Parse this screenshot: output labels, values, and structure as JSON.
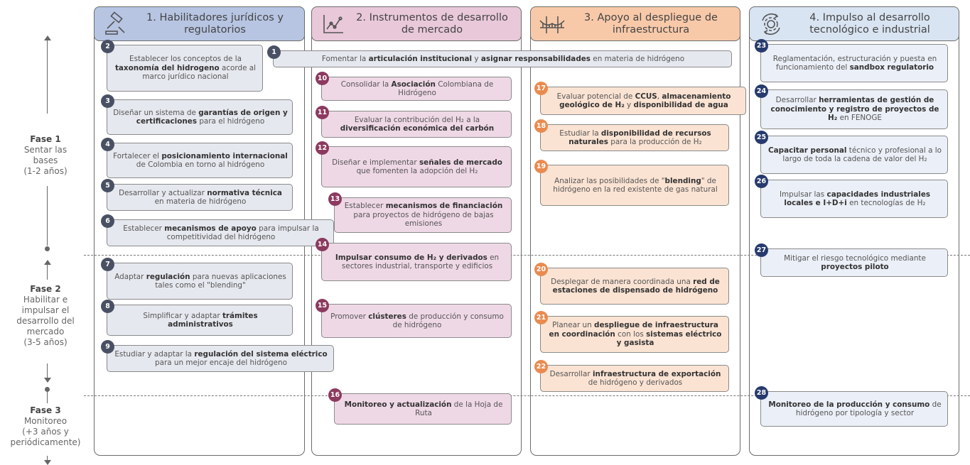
{
  "headers": [
    {
      "title": "1. Habilitadores jurídicos y regulatorios",
      "color": "#b7c5e3",
      "icon": "gavel-icon"
    },
    {
      "title": "2. Instrumentos de desarrollo de mercado",
      "color": "#e9c8da",
      "icon": "line-chart-icon"
    },
    {
      "title": "3. Apoyo al despliegue de infraestructura",
      "color": "#f8c9a9",
      "icon": "bridge-icon"
    },
    {
      "title": "4. Impulso al desarrollo tecnológico e industrial",
      "color": "#d9e4f2",
      "icon": "gear-cycle-icon"
    }
  ],
  "phases": [
    {
      "name": "Fase 1",
      "lines": [
        "Sentar las",
        "bases",
        "(1-2 años)"
      ]
    },
    {
      "name": "Fase 2",
      "lines": [
        "Habilitar e",
        "impulsar el",
        "desarrollo del",
        "mercado",
        "(3-5 años)"
      ]
    },
    {
      "name": "Fase 3",
      "lines": [
        "Monitoreo",
        "(+3 años y",
        "periódicamente)"
      ]
    }
  ],
  "actions": [
    {
      "n": "1",
      "parts": [
        [
          "Fomentar la ",
          false
        ],
        [
          "articulación institucional",
          true
        ],
        [
          " y ",
          false
        ],
        [
          "asignar responsabilidades",
          true
        ],
        [
          " en materia de hidrógeno",
          false
        ]
      ]
    },
    {
      "n": "2",
      "parts": [
        [
          "Establecer los conceptos de la ",
          false
        ],
        [
          "taxonomía del hidrogeno",
          true
        ],
        [
          " acorde al marco jurídico nacional",
          false
        ]
      ]
    },
    {
      "n": "3",
      "parts": [
        [
          "Diseñar un sistema de ",
          false
        ],
        [
          "garantías de origen y certificaciones",
          true
        ],
        [
          " para el hidrógeno",
          false
        ]
      ]
    },
    {
      "n": "4",
      "parts": [
        [
          "Fortalecer el ",
          false
        ],
        [
          "posicionamiento internacional",
          true
        ],
        [
          " de Colombia en torno al hidrógeno",
          false
        ]
      ]
    },
    {
      "n": "5",
      "parts": [
        [
          "Desarrollar y actualizar ",
          false
        ],
        [
          "normativa técnica",
          true
        ],
        [
          " en materia de hidrógeno",
          false
        ]
      ]
    },
    {
      "n": "6",
      "parts": [
        [
          "Establecer ",
          false
        ],
        [
          "mecanismos de apoyo",
          true
        ],
        [
          " para impulsar la competitividad del hidrógeno",
          false
        ]
      ]
    },
    {
      "n": "7",
      "parts": [
        [
          "Adaptar ",
          false
        ],
        [
          "regulación",
          true
        ],
        [
          " para nuevas aplicaciones tales como el \"blending\"",
          false
        ]
      ]
    },
    {
      "n": "8",
      "parts": [
        [
          "Simplificar y adaptar ",
          false
        ],
        [
          "trámites administrativos",
          true
        ]
      ]
    },
    {
      "n": "9",
      "parts": [
        [
          "Estudiar y adaptar la ",
          false
        ],
        [
          "regulación del sistema eléctrico",
          true
        ],
        [
          " para un mejor encaje del hidrógeno",
          false
        ]
      ]
    },
    {
      "n": "10",
      "parts": [
        [
          "Consolidar la ",
          false
        ],
        [
          "Asociación",
          true
        ],
        [
          " Colombiana de Hidrógeno",
          false
        ]
      ]
    },
    {
      "n": "11",
      "parts": [
        [
          "Evaluar la contribución del H₂ a la ",
          false
        ],
        [
          "diversificación económica del carbón",
          true
        ]
      ]
    },
    {
      "n": "12",
      "parts": [
        [
          "Diseñar e implementar ",
          false
        ],
        [
          "señales de mercado",
          true
        ],
        [
          " que fomenten la adopción del H₂",
          false
        ]
      ]
    },
    {
      "n": "13",
      "parts": [
        [
          "Establecer ",
          false
        ],
        [
          "mecanismos de financiación",
          true
        ],
        [
          " para proyectos de hidrógeno de bajas emisiones",
          false
        ]
      ]
    },
    {
      "n": "14",
      "parts": [
        [
          "Impulsar consumo de H₂ y derivados",
          true
        ],
        [
          " en sectores industrial, transporte y edificios",
          false
        ]
      ]
    },
    {
      "n": "15",
      "parts": [
        [
          "Promover ",
          false
        ],
        [
          "clústeres",
          true
        ],
        [
          " de producción y consumo de hidrógeno",
          false
        ]
      ]
    },
    {
      "n": "16",
      "parts": [
        [
          "Monitoreo y actualización",
          true
        ],
        [
          " de la Hoja de Ruta",
          false
        ]
      ]
    },
    {
      "n": "17",
      "parts": [
        [
          "Evaluar potencial de ",
          false
        ],
        [
          "CCUS",
          true
        ],
        [
          ", ",
          false
        ],
        [
          "almacenamiento geológico de H₂",
          true
        ],
        [
          " y ",
          false
        ],
        [
          "disponibilidad de agua",
          true
        ]
      ]
    },
    {
      "n": "18",
      "parts": [
        [
          "Estudiar la ",
          false
        ],
        [
          "disponibilidad de recursos naturales",
          true
        ],
        [
          " para la producción de H₂",
          false
        ]
      ]
    },
    {
      "n": "19",
      "parts": [
        [
          "Analizar las posibilidades de \"",
          false
        ],
        [
          "blending",
          true
        ],
        [
          "\" de hidrógeno en la red existente de gas natural",
          false
        ]
      ]
    },
    {
      "n": "20",
      "parts": [
        [
          "Desplegar de manera coordinada una ",
          false
        ],
        [
          "red de estaciones de dispensado de hidrógeno",
          true
        ]
      ]
    },
    {
      "n": "21",
      "parts": [
        [
          "Planear un ",
          false
        ],
        [
          "despliegue de infraestructura en coordinación",
          true
        ],
        [
          " con los ",
          false
        ],
        [
          "sistemas eléctrico y gasista",
          true
        ]
      ]
    },
    {
      "n": "22",
      "parts": [
        [
          "Desarrollar ",
          false
        ],
        [
          "infraestructura de exportación",
          true
        ],
        [
          " de hidrógeno y derivados",
          false
        ]
      ]
    },
    {
      "n": "23",
      "parts": [
        [
          "Reglamentación, estructuración y puesta en funcionamiento del ",
          false
        ],
        [
          "sandbox regulatorio",
          true
        ]
      ]
    },
    {
      "n": "24",
      "parts": [
        [
          "Desarrollar ",
          false
        ],
        [
          "herramientas de gestión de conocimiento y registro de proyectos de H₂",
          true
        ],
        [
          " en FENOGE",
          false
        ]
      ]
    },
    {
      "n": "25",
      "parts": [
        [
          "Capacitar personal",
          true
        ],
        [
          " técnico y profesional a lo largo de toda la cadena de valor del H₂",
          false
        ]
      ]
    },
    {
      "n": "26",
      "parts": [
        [
          "Impulsar las ",
          false
        ],
        [
          "capacidades industriales locales e I+D+i",
          true
        ],
        [
          " en tecnologías de H₂",
          false
        ]
      ]
    },
    {
      "n": "27",
      "parts": [
        [
          "Mitigar el riesgo tecnológico mediante ",
          false
        ],
        [
          "proyectos piloto",
          true
        ]
      ]
    },
    {
      "n": "28",
      "parts": [
        [
          "Monitoreo de la producción y consumo",
          true
        ],
        [
          " de hidrógeno por tipología y sector",
          false
        ]
      ]
    }
  ]
}
